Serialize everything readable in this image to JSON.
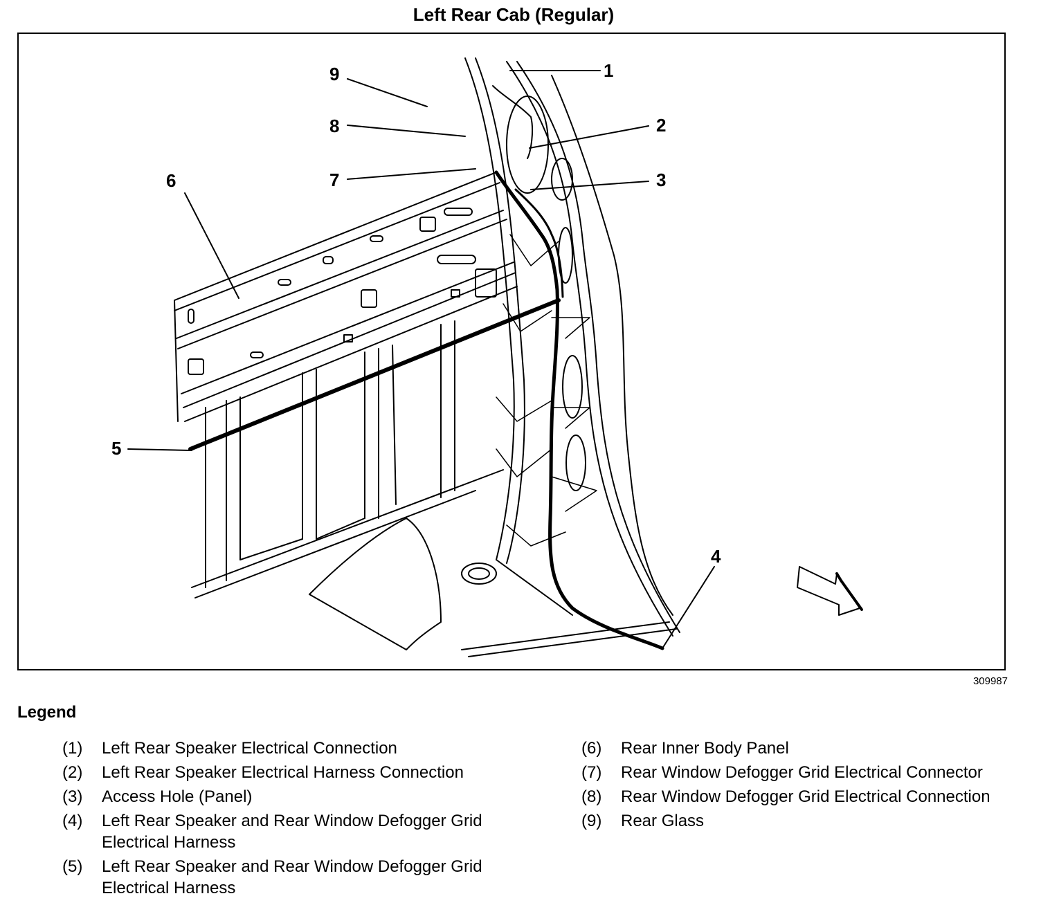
{
  "title": "Left Rear Cab (Regular)",
  "figure_id": "309987",
  "callouts": [
    "1",
    "2",
    "3",
    "4",
    "5",
    "6",
    "7",
    "8",
    "9"
  ],
  "legend": {
    "heading": "Legend",
    "left_items": [
      {
        "num": "(1)",
        "text": "Left Rear Speaker Electrical Connection"
      },
      {
        "num": "(2)",
        "text": "Left Rear Speaker Electrical Harness Connection"
      },
      {
        "num": "(3)",
        "text": "Access Hole (Panel)"
      },
      {
        "num": "(4)",
        "text": "Left Rear Speaker and Rear Window Defogger Grid Electrical Harness"
      },
      {
        "num": "(5)",
        "text": "Left Rear Speaker and Rear Window Defogger Grid Electrical Harness"
      }
    ],
    "right_items": [
      {
        "num": "(6)",
        "text": "Rear Inner Body Panel"
      },
      {
        "num": "(7)",
        "text": "Rear Window Defogger Grid Electrical Connector"
      },
      {
        "num": "(8)",
        "text": "Rear Window Defogger Grid Electrical Connection"
      },
      {
        "num": "(9)",
        "text": "Rear Glass"
      }
    ]
  }
}
